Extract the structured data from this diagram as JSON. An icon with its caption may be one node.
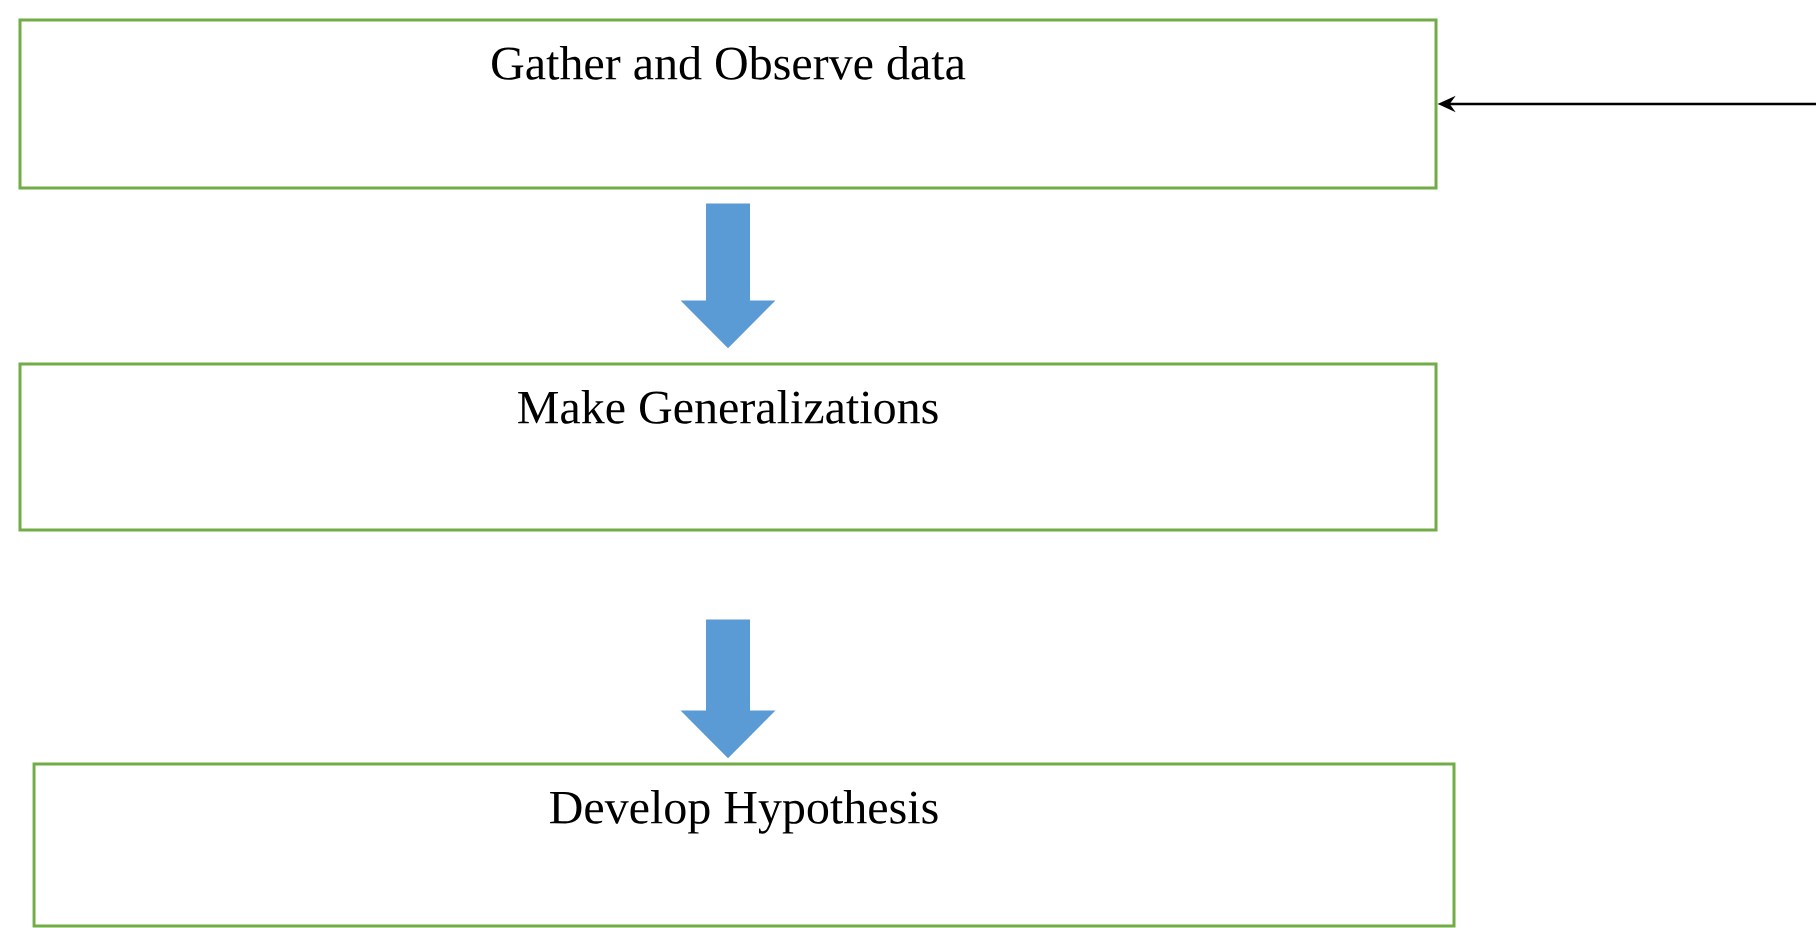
{
  "diagram": {
    "nodes": [
      {
        "text": [
          "Gather and Observe data"
        ]
      },
      {
        "text": [
          "Make Generalizations"
        ]
      },
      {
        "text": [
          "Develop Hypothesis"
        ]
      }
    ],
    "edges": [
      {
        "from": null,
        "to": 0,
        "arrow": "to",
        "color": "#000000"
      },
      {
        "from": 0,
        "to": 1,
        "arrow": "to"
      },
      {
        "from": 1,
        "to": 2,
        "arrow": "to"
      }
    ]
  }
}
